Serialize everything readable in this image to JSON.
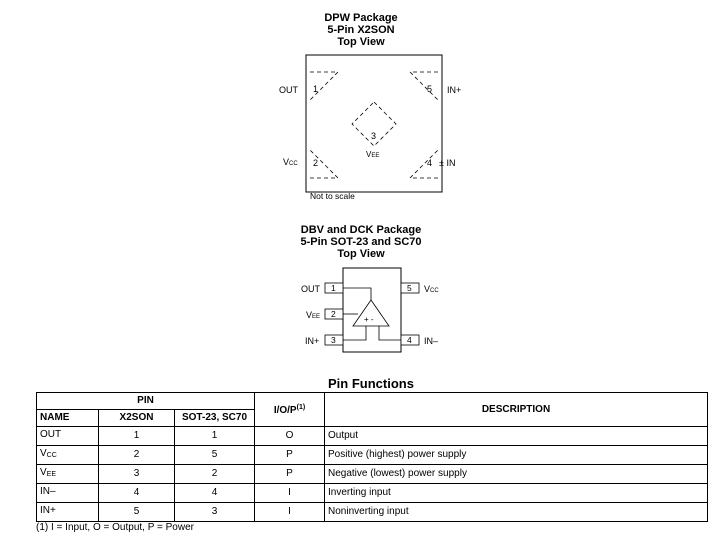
{
  "x2son": {
    "title_lines": [
      "DPW Package",
      "5-Pin X2SON",
      "Top View"
    ],
    "pins": {
      "out": {
        "name": "OUT",
        "num": "1"
      },
      "vcc": {
        "name_main": "V",
        "name_sub": "CC",
        "num": "2"
      },
      "vee": {
        "name_main": "V",
        "name_sub": "EE",
        "num": "3"
      },
      "inm": {
        "name": "± IN",
        "num": "4"
      },
      "inp": {
        "name": "IN+",
        "num": "5"
      }
    },
    "note": "Not to scale"
  },
  "sot23": {
    "title_lines": [
      "DBV and DCK Package",
      "5-Pin SOT-23 and SC70",
      "Top View"
    ],
    "pins": {
      "out": {
        "name": "OUT",
        "num": "1"
      },
      "vee": {
        "name_main": "V",
        "name_sub": "EE",
        "num": "2"
      },
      "inp": {
        "name": "IN+",
        "num": "3"
      },
      "inm": {
        "name": "IN–",
        "num": "4"
      },
      "vcc": {
        "name_main": "V",
        "name_sub": "CC",
        "num": "5"
      }
    },
    "amp_symbols": "+ -"
  },
  "pin_functions": {
    "title": "Pin Functions",
    "header": {
      "pin_group": "PIN",
      "name": "NAME",
      "x2son": "X2SON",
      "sot": "SOT-23, SC70",
      "io": "I/O/P",
      "io_note": "(1)",
      "description": "DESCRIPTION"
    },
    "rows": [
      {
        "name": "OUT",
        "name_sub": "",
        "x2son": "1",
        "sot": "1",
        "io": "O",
        "description": "Output"
      },
      {
        "name": "V",
        "name_sub": "CC",
        "x2son": "2",
        "sot": "5",
        "io": "P",
        "description": "Positive (highest) power supply"
      },
      {
        "name": "V",
        "name_sub": "EE",
        "x2son": "3",
        "sot": "2",
        "io": "P",
        "description": "Negative (lowest) power supply"
      },
      {
        "name": "IN–",
        "name_sub": "",
        "x2son": "4",
        "sot": "4",
        "io": "I",
        "description": "Inverting input"
      },
      {
        "name": "IN+",
        "name_sub": "",
        "x2son": "5",
        "sot": "3",
        "io": "I",
        "description": "Noninverting input"
      }
    ],
    "footnote": "(1)   I = Input, O = Output, P = Power"
  }
}
